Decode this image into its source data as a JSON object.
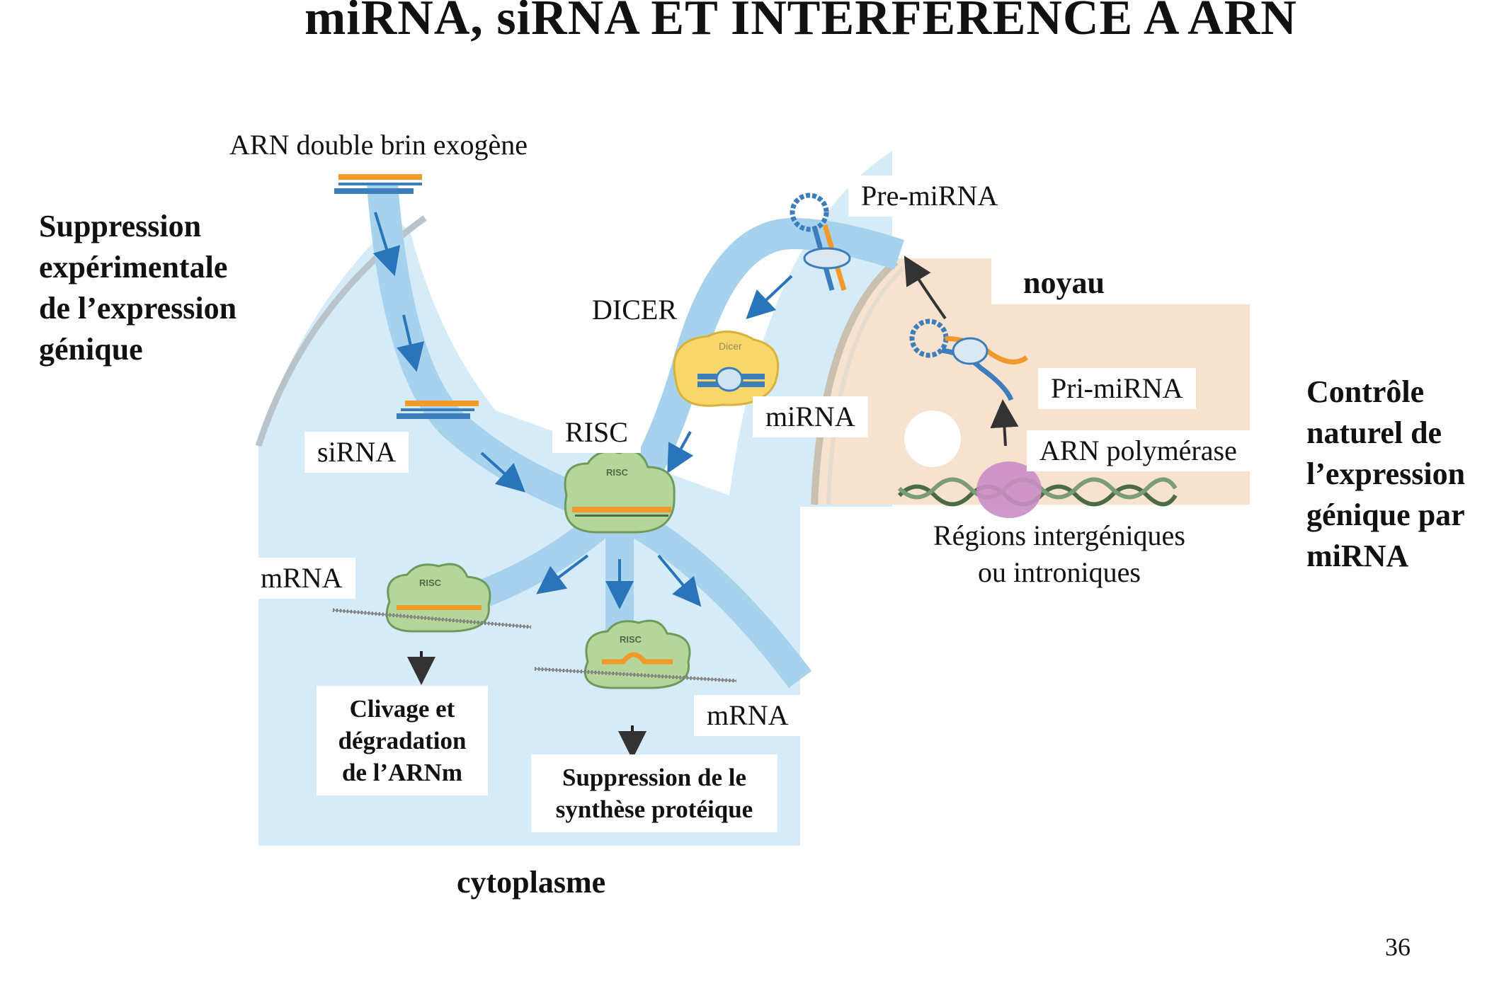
{
  "title": "miRNA, siRNA ET INTERFERENCE A ARN",
  "left_heading": [
    "Suppression",
    "expérimentale",
    "de l’expression",
    "génique"
  ],
  "right_heading": [
    "Contrôle",
    "naturel de",
    "l’expression",
    "génique par",
    "miRNA"
  ],
  "labels": {
    "exogenous_dsrna": "ARN double brin exogène",
    "pre_mirna": "Pre-miRNA",
    "nucleus": "noyau",
    "dicer": "DICER",
    "mirna": "miRNA",
    "pri_mirna": "Pri-miRNA",
    "rna_polymerase": "ARN polymérase",
    "sirna": "siRNA",
    "risc": "RISC",
    "mrna_left": "mRNA",
    "mrna_right": "mRNA",
    "regions": [
      "Régions intergéniques",
      "ou introniques"
    ],
    "cytoplasm": "cytoplasme"
  },
  "outcomes": {
    "cleavage": [
      "Clivage et",
      "dégradation",
      "de l’ARNm"
    ],
    "suppression": [
      "Suppression de le",
      "synthèse protéique"
    ]
  },
  "icon_text": {
    "risc": "RISC",
    "dicer": "Dicer"
  },
  "page_number": "36",
  "colors": {
    "cytoplasm": "#d6ebf8",
    "nucleus": "#f7e1cf",
    "pathway": "#a7d2ee",
    "arrow": "#2a74b9",
    "risc": "#b5d69a",
    "rna_orange": "#f19a2a",
    "rna_blue": "#3c7dbc",
    "dicer": "#f7d76a",
    "polymerase": "#c98dc4"
  }
}
